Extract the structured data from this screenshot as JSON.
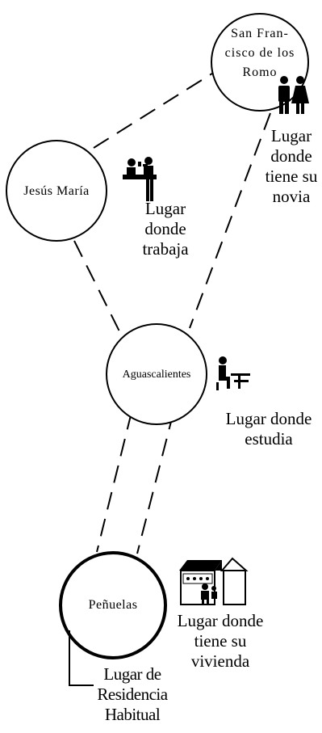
{
  "nodes": {
    "san_francisco": {
      "lines": [
        "San Fran-",
        "cisco de los",
        "Romo"
      ]
    },
    "jesus_maria": {
      "label": "Jesús María"
    },
    "aguascalientes": {
      "label": "Aguascalientes"
    },
    "penuelas": {
      "label": "Peñuelas"
    }
  },
  "captions": {
    "novia": [
      "Lugar",
      "donde",
      "tiene su",
      "novia"
    ],
    "trabaja": [
      "Lugar",
      "donde",
      "trabaja"
    ],
    "estudia": [
      "Lugar donde",
      "estudia"
    ],
    "vivienda": [
      "Lugar donde",
      "tiene su",
      "vivienda"
    ],
    "residencia": [
      "Lugar de",
      "Residencia",
      "Habitual"
    ]
  },
  "icons": {
    "couple": "couple-icon",
    "work": "work-counter-icon",
    "study": "student-desk-icon",
    "house": "house-shop-icon"
  }
}
